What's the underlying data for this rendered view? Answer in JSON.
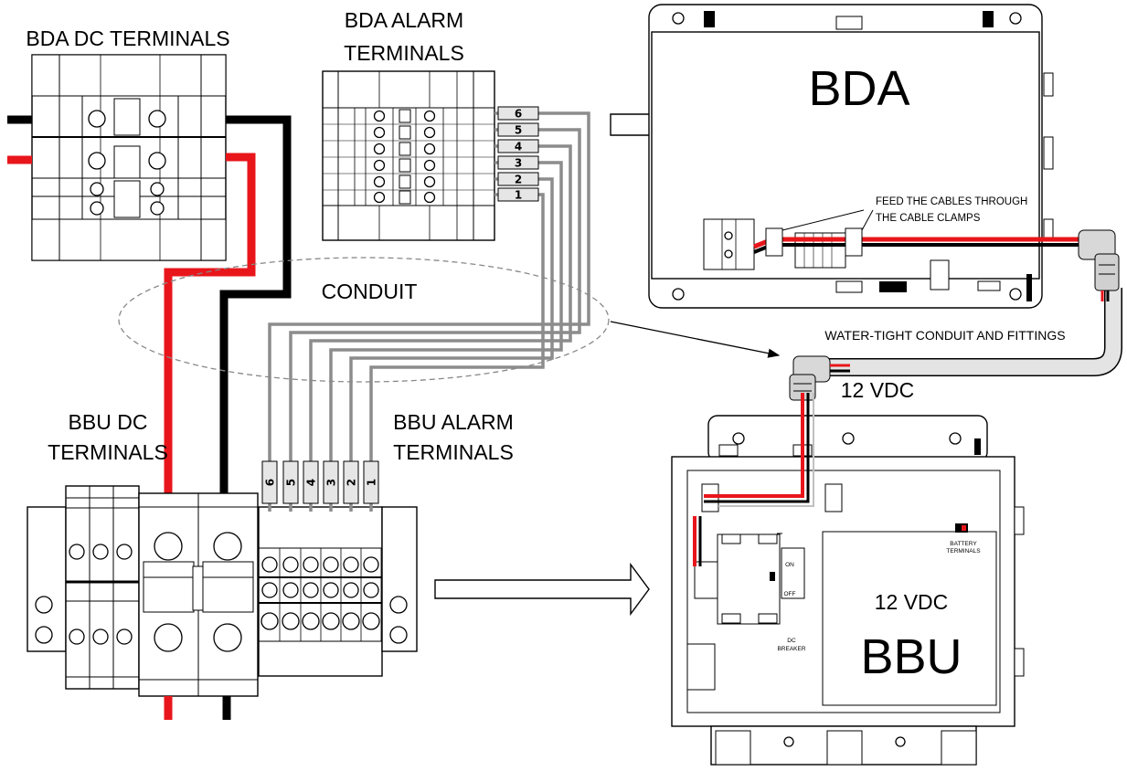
{
  "labels": {
    "bda_dc_terminals": "BDA DC TERMINALS",
    "bda_alarm_line1": "BDA ALARM",
    "bda_alarm_line2": "TERMINALS",
    "conduit": "CONDUIT",
    "bbu_dc_line1": "BBU DC",
    "bbu_dc_line2": "TERMINALS",
    "bbu_alarm_line1": "BBU ALARM",
    "bbu_alarm_line2": "TERMINALS",
    "bda_title": "BDA",
    "feed_cables_line1": "FEED THE CABLES THROUGH",
    "feed_cables_line2": "THE CABLE CLAMPS",
    "water_tight": "WATER-TIGHT CONDUIT AND FITTINGS",
    "vdc_conduit": "12 VDC",
    "vdc_bbu": "12 VDC",
    "bbu_title": "BBU",
    "battery_line1": "BATTERY",
    "battery_line2": "TERMINALS",
    "dc_breaker_line1": "DC",
    "dc_breaker_line2": "BREAKER",
    "breaker_on": "ON",
    "breaker_off": "OFF"
  },
  "bda_alarm_tags": [
    "6",
    "5",
    "4",
    "3",
    "2",
    "1"
  ],
  "bbu_alarm_tags": [
    "6",
    "5",
    "4",
    "3",
    "2",
    "1"
  ],
  "colors": {
    "positive_wire": "#e8161b",
    "negative_wire": "#000000",
    "alarm_wire": "#8c8c8c",
    "conduit": "#e4e4e4",
    "ellipse": "#888888"
  }
}
